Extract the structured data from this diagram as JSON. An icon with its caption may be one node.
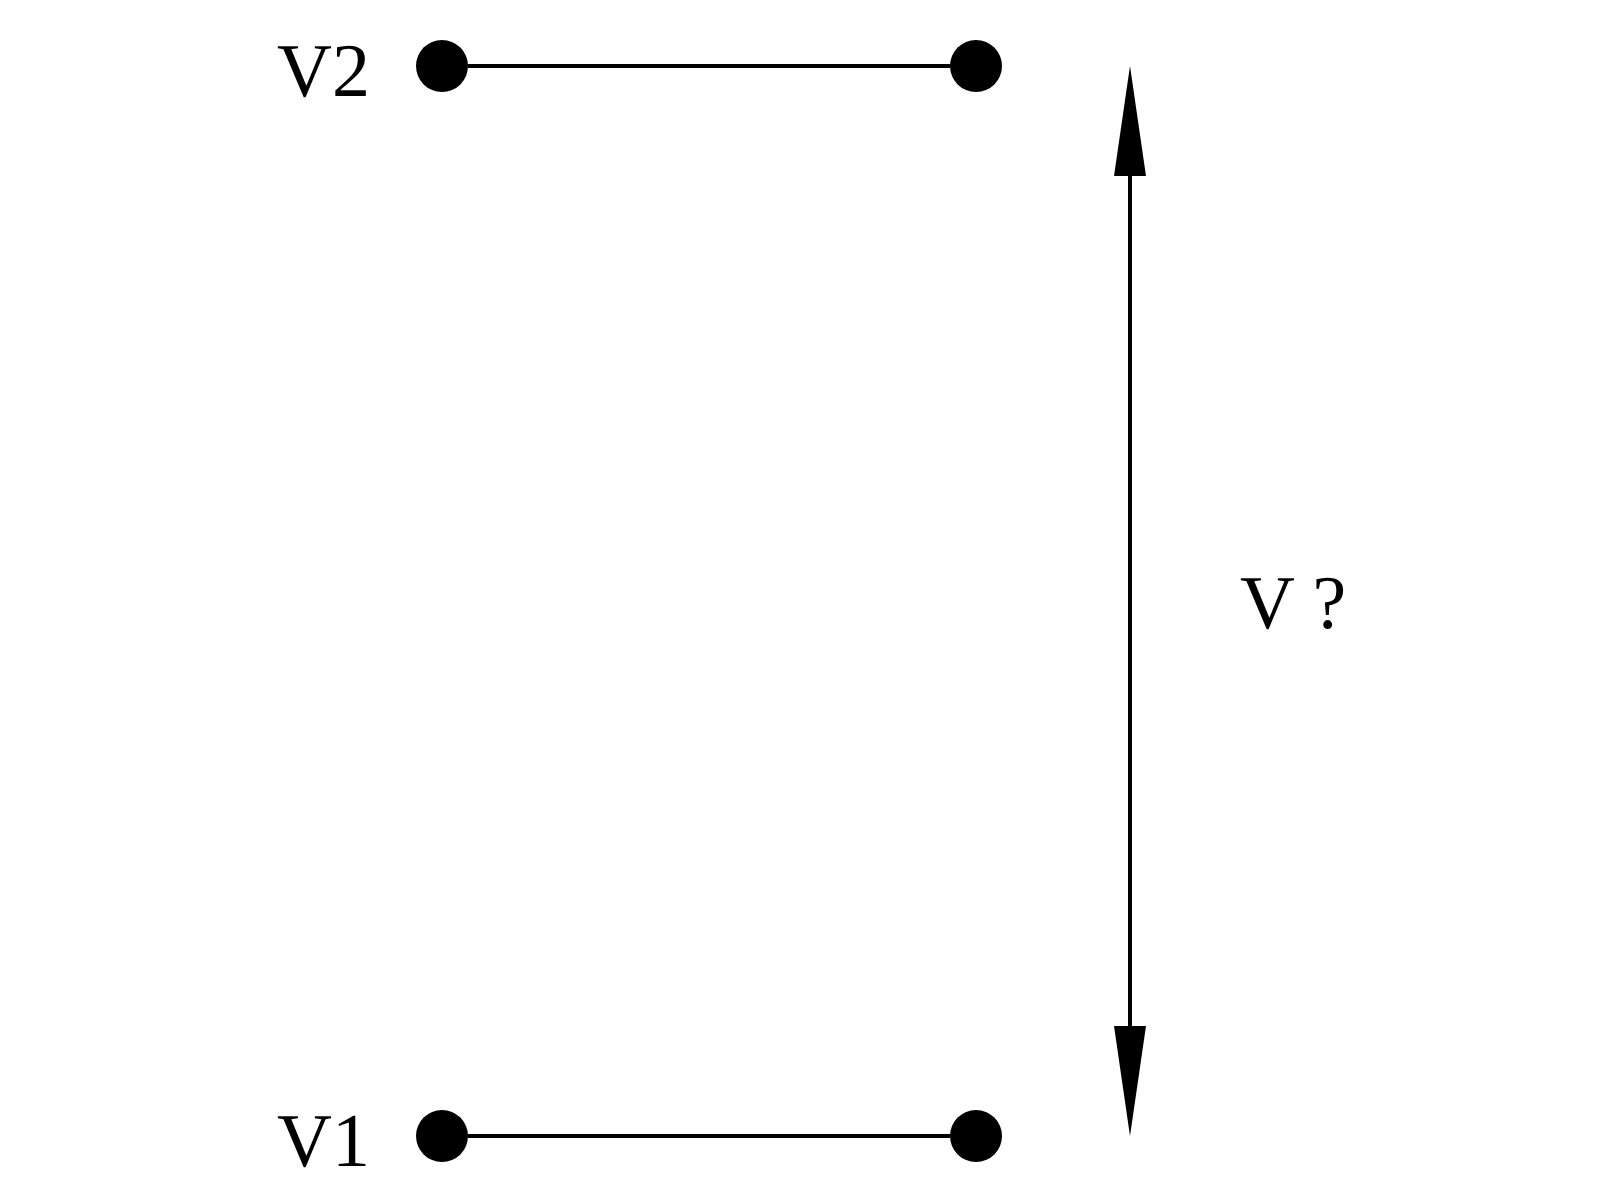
{
  "diagram": {
    "nodes": [
      {
        "text": [],
        "shape": "circle",
        "beside": [
          "V2"
        ]
      },
      {
        "text": [],
        "shape": "circle"
      },
      {
        "text": [],
        "shape": "circle",
        "beside": [
          "V1"
        ]
      },
      {
        "text": [],
        "shape": "circle"
      }
    ],
    "edges": [
      {
        "from": 0,
        "to": 1,
        "arrow": "none"
      },
      {
        "from": 2,
        "to": 3,
        "arrow": "none"
      }
    ],
    "labels": [
      "V ?"
    ]
  }
}
